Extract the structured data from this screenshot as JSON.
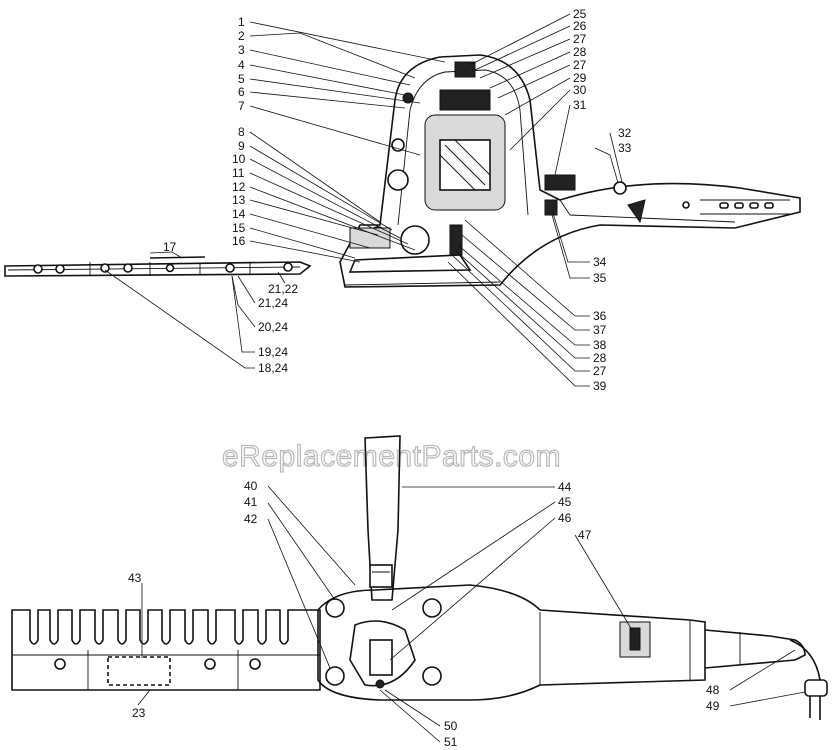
{
  "watermark": "eReplacementParts.com",
  "callouts_top": {
    "c1": "1",
    "c2": "2",
    "c3": "3",
    "c4": "4",
    "c5": "5",
    "c6": "6",
    "c7": "7",
    "c8": "8",
    "c9": "9",
    "c10": "10",
    "c11": "11",
    "c12": "12",
    "c13": "13",
    "c14": "14",
    "c15": "15",
    "c16": "16",
    "c17": "17",
    "c18": "18,24",
    "c19": "19,24",
    "c20": "20,24",
    "c21a": "21,24",
    "c21b": "21,22",
    "c25": "25",
    "c26": "26",
    "c27a": "27",
    "c28a": "28",
    "c27b": "27",
    "c29": "29",
    "c30": "30",
    "c31": "31",
    "c32": "32",
    "c33": "33",
    "c34": "34",
    "c35": "35",
    "c36": "36",
    "c37": "37",
    "c38": "38",
    "c28b": "28",
    "c27c": "27",
    "c39": "39"
  },
  "callouts_bottom": {
    "c40": "40",
    "c41": "41",
    "c42": "42",
    "c43": "43",
    "c23": "23",
    "c44": "44",
    "c45": "45",
    "c46": "46",
    "c47": "47",
    "c48": "48",
    "c49": "49",
    "c50": "50",
    "c51": "51"
  }
}
